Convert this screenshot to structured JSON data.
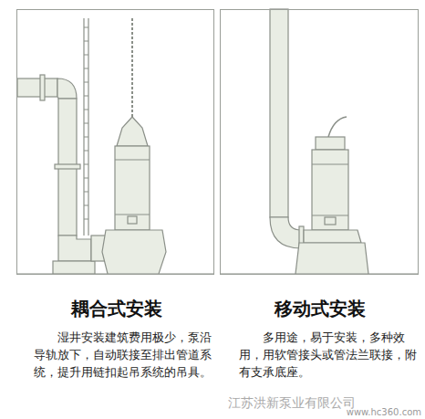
{
  "diagram": {
    "nodes": [
      {
        "text": [
          "耦合式安装",
          "湿井安装建筑费用极少，泵沿导轨放下，自动联接至排出管道系统，提升用链扣起吊系统的吊具。"
        ]
      },
      {
        "text": [
          "移动式安装",
          "多用途，易于安装，多种效用，用软管接头或管法兰联接，附有支承底座。"
        ]
      }
    ],
    "labels": [
      "江苏洪新泵业有限公司",
      "www.hc360.com"
    ]
  }
}
